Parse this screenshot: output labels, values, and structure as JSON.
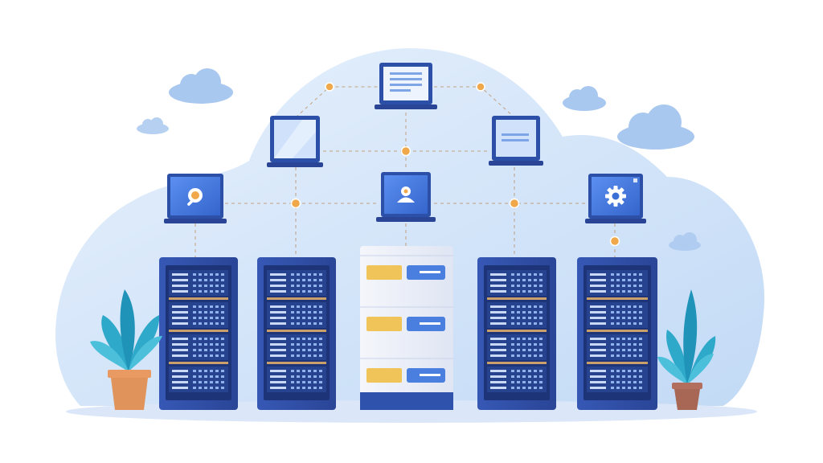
{
  "illustration": {
    "subject": "server-network-illustration",
    "devices": [
      {
        "kind": "laptop",
        "screen": "document-lines"
      },
      {
        "kind": "laptop",
        "screen": "blank-glare"
      },
      {
        "kind": "laptop",
        "screen": "lines-glare"
      },
      {
        "kind": "laptop",
        "screen": "search-icon"
      },
      {
        "kind": "laptop",
        "screen": "user-icon"
      },
      {
        "kind": "laptop",
        "screen": "gear-icon"
      }
    ],
    "servers": [
      {
        "style": "dark-blue-rack"
      },
      {
        "style": "dark-blue-rack"
      },
      {
        "style": "white-storage-unit"
      },
      {
        "style": "dark-blue-rack"
      },
      {
        "style": "dark-blue-rack"
      }
    ],
    "plants": [
      "potted-plant-left",
      "potted-plant-right"
    ],
    "clouds": 5
  },
  "colors": {
    "background": "#ffffff",
    "blob": "#d6e6fb",
    "rack": "#2b4ca3",
    "rack_dark": "#1f3a80",
    "screen": "#4a7fe0",
    "node": "#f0a84a",
    "pot": "#e0935a",
    "leaf": "#2fa9c9"
  }
}
